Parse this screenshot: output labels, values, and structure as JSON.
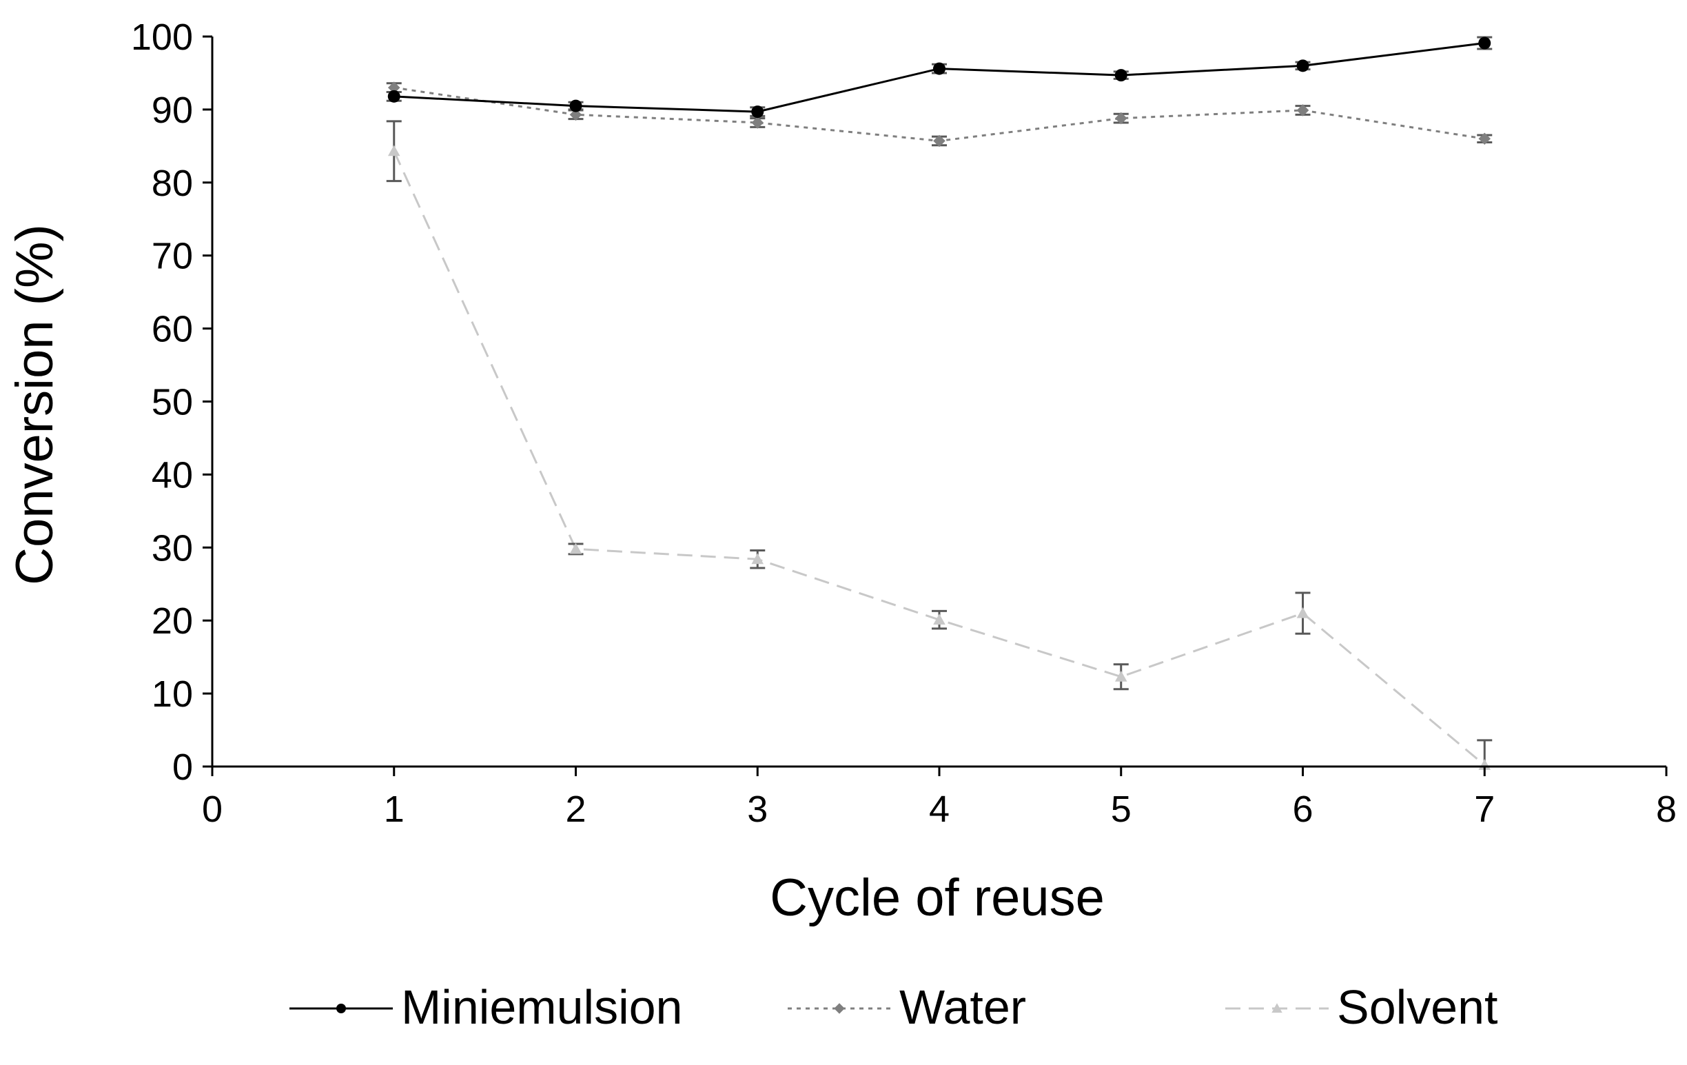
{
  "chart_data": {
    "type": "line",
    "xlabel": "Cycle of reuse",
    "ylabel": "Conversion (%)",
    "xlim": [
      0,
      8
    ],
    "ylim": [
      0,
      100
    ],
    "xticks": [
      0,
      1,
      2,
      3,
      4,
      5,
      6,
      7,
      8
    ],
    "yticks": [
      0,
      10,
      20,
      30,
      40,
      50,
      60,
      70,
      80,
      90,
      100
    ],
    "grid": false,
    "legend_position": "bottom",
    "series": [
      {
        "name": "Miniemulsion",
        "color": "#000000",
        "line_style": "solid",
        "marker": "circle",
        "x": [
          1,
          2,
          3,
          4,
          5,
          6,
          7
        ],
        "y": [
          91.8,
          90.5,
          89.7,
          95.6,
          94.7,
          96.0,
          99.1
        ],
        "error": [
          0.6,
          0.5,
          0.6,
          0.6,
          0.5,
          0.5,
          0.8
        ]
      },
      {
        "name": "Water",
        "color": "#7f7f7f",
        "line_style": "dotted",
        "marker": "diamond",
        "x": [
          1,
          2,
          3,
          4,
          5,
          6,
          7
        ],
        "y": [
          93.0,
          89.3,
          88.2,
          85.7,
          88.8,
          89.9,
          86.0
        ],
        "error": [
          0.6,
          0.6,
          0.6,
          0.6,
          0.6,
          0.6,
          0.5
        ]
      },
      {
        "name": "Solvent",
        "color": "#c8c8c8",
        "line_style": "dashed",
        "marker": "triangle",
        "x": [
          1,
          2,
          3,
          4,
          5,
          6,
          7
        ],
        "y": [
          84.3,
          29.8,
          28.4,
          20.1,
          12.3,
          21.0,
          0.2
        ],
        "error": [
          4.1,
          0.7,
          1.2,
          1.2,
          1.7,
          2.8,
          3.4
        ]
      }
    ]
  }
}
